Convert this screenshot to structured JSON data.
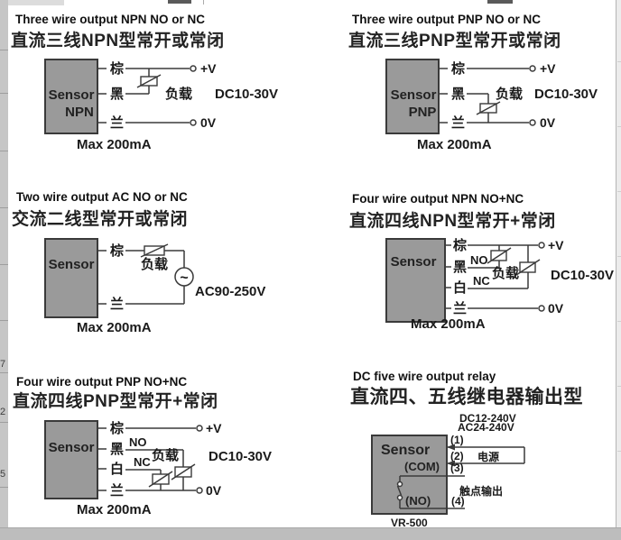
{
  "colors": {
    "box_fill": "#9a9a9a",
    "box_stroke": "#3a3a3a",
    "wire": "#3a3a3a",
    "text": "#1a1a1a",
    "page_bg": "#ffffff",
    "margin_bg": "#c6c6c6"
  },
  "margin": {
    "digits": [
      "7",
      "2",
      "5"
    ]
  },
  "diagrams": {
    "d1": {
      "title_en": "Three wire output NPN NO or NC",
      "title_cn": "直流三线NPN型常开或常闭",
      "sensor": "Sensor",
      "type": "NPN",
      "brown": "棕",
      "black": "黑",
      "blue": "兰",
      "load": "负载",
      "pos": "+V",
      "neg": "0V",
      "supply": "DC10-30V",
      "max": "Max 200mA"
    },
    "d2": {
      "title_en": "Three wire output PNP NO or NC",
      "title_cn": "直流三线PNP型常开或常闭",
      "sensor": "Sensor",
      "type": "PNP",
      "brown": "棕",
      "black": "黑",
      "blue": "兰",
      "load": "负载",
      "pos": "+V",
      "neg": "0V",
      "supply": "DC10-30V",
      "max": "Max 200mA"
    },
    "d3": {
      "title_en": "Two wire output AC NO or NC",
      "title_cn": "交流二线型常开或常闭",
      "sensor": "Sensor",
      "brown": "棕",
      "blue": "兰",
      "load": "负载",
      "ac_symbol": "~",
      "supply": "AC90-250V",
      "max": "Max 200mA"
    },
    "d4": {
      "title_en": "Four wire output NPN NO+NC",
      "title_cn": "直流四线NPN型常开+常闭",
      "sensor": "Sensor",
      "brown": "棕",
      "black": "黑",
      "white": "白",
      "blue": "兰",
      "no": "NO",
      "nc": "NC",
      "load": "负载",
      "pos": "+V",
      "neg": "0V",
      "supply": "DC10-30V",
      "max": "Max 200mA"
    },
    "d5": {
      "title_en": "Four wire output PNP NO+NC",
      "title_cn": "直流四线PNP型常开+常闭",
      "sensor": "Sensor",
      "brown": "棕",
      "black": "黑",
      "white": "白",
      "blue": "兰",
      "no": "NO",
      "nc": "NC",
      "load": "负载",
      "pos": "+V",
      "neg": "0V",
      "supply": "DC10-30V",
      "max": "Max 200mA"
    },
    "d6": {
      "title_en": "DC five wire output relay",
      "title_cn": "直流四、五线继电器输出型",
      "sensor": "Sensor",
      "rating_dc": "DC12-240V",
      "rating_ac": "AC24-240V",
      "pin1": "(1)",
      "pin2": "(2)",
      "pin3": "(3)",
      "pin4": "(4)",
      "com": "(COM)",
      "no": "(NO)",
      "power": "电源",
      "contact_output": "触点输出",
      "model": "VR-500"
    }
  }
}
